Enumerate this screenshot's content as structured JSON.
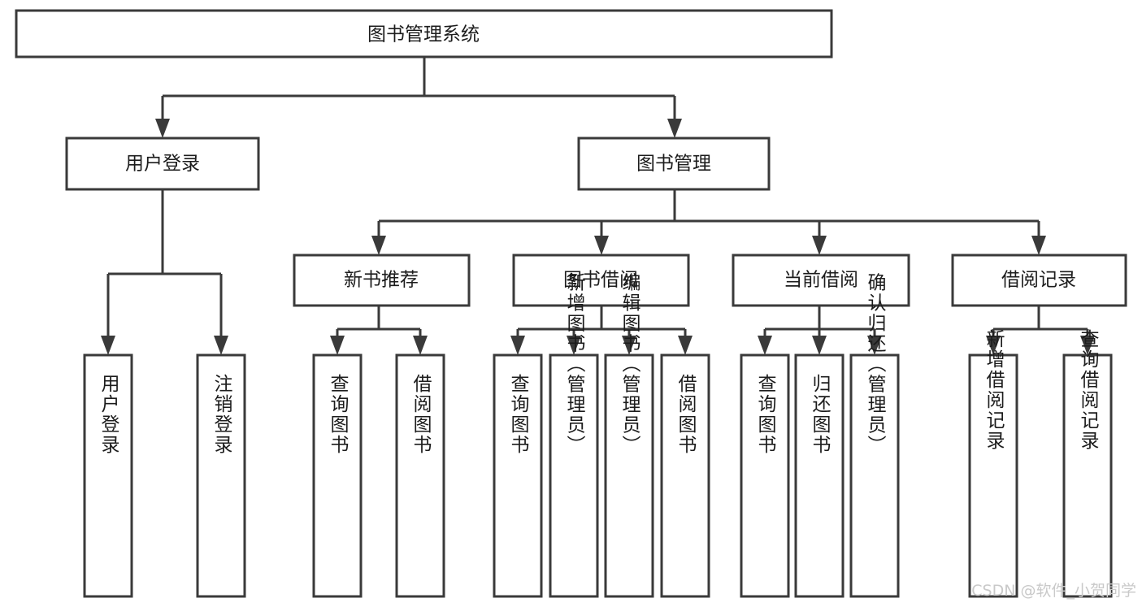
{
  "diagram": {
    "title": "图书管理系统",
    "type": "tree-hierarchy",
    "root": {
      "id": "root",
      "label": "图书管理系统"
    },
    "level2": [
      {
        "id": "user-login",
        "label": "用户登录"
      },
      {
        "id": "book-manage",
        "label": "图书管理"
      }
    ],
    "level3": [
      {
        "id": "new-book-recommend",
        "label": "新书推荐",
        "parent": "book-manage"
      },
      {
        "id": "book-borrow",
        "label": "图书借阅",
        "parent": "book-manage"
      },
      {
        "id": "current-borrow",
        "label": "当前借阅",
        "parent": "book-manage"
      },
      {
        "id": "borrow-record",
        "label": "借阅记录",
        "parent": "book-manage"
      }
    ],
    "leaves": [
      {
        "id": "leaf-user-login",
        "label": "用户登录",
        "parent": "user-login"
      },
      {
        "id": "leaf-logout-login",
        "label": "注销登录",
        "parent": "user-login"
      },
      {
        "id": "leaf-query-book-1",
        "label": "查询图书",
        "parent": "new-book-recommend"
      },
      {
        "id": "leaf-borrow-book-1",
        "label": "借阅图书",
        "parent": "new-book-recommend"
      },
      {
        "id": "leaf-query-book-2",
        "label": "查询图书",
        "parent": "book-borrow"
      },
      {
        "id": "leaf-add-book",
        "label": "新增图书（管理员）",
        "parent": "book-borrow"
      },
      {
        "id": "leaf-edit-book",
        "label": "编辑图书（管理员）",
        "parent": "book-borrow"
      },
      {
        "id": "leaf-borrow-book-2",
        "label": "借阅图书",
        "parent": "book-borrow"
      },
      {
        "id": "leaf-query-book-3",
        "label": "查询图书",
        "parent": "current-borrow"
      },
      {
        "id": "leaf-return-book",
        "label": "归还图书",
        "parent": "current-borrow"
      },
      {
        "id": "leaf-confirm-return",
        "label": "确认归还（管理员）",
        "parent": "current-borrow"
      },
      {
        "id": "leaf-add-record",
        "label": "新增借阅记录",
        "parent": "borrow-record"
      },
      {
        "id": "leaf-query-record",
        "label": "查询借阅记录",
        "parent": "borrow-record"
      }
    ],
    "colors": {
      "stroke": "#3a3a3a",
      "fill": "#ffffff",
      "text": "#1c1c1c",
      "watermark": "#c9c9c9",
      "background": "#ffffff"
    }
  },
  "watermark": {
    "text": "CSDN @软件_小贺同学"
  }
}
